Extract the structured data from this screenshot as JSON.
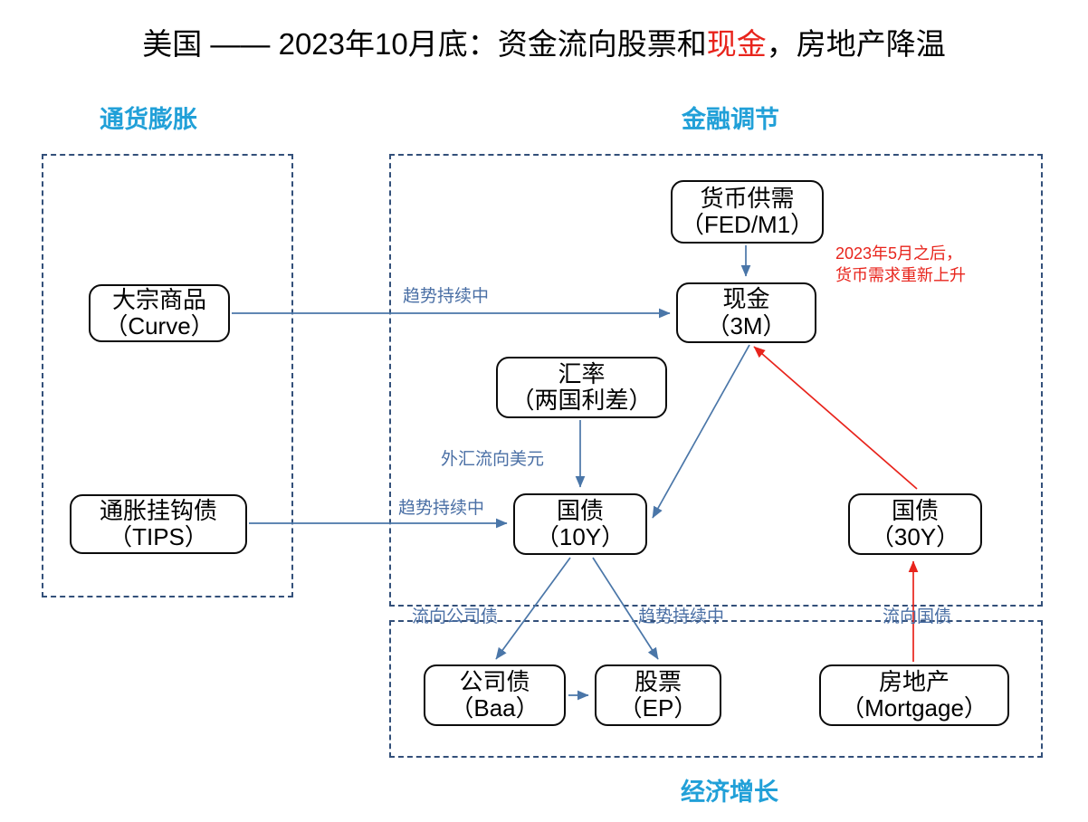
{
  "title": {
    "prefix": "美国 —— 2023年10月底：资金流向股票和",
    "highlight": "现金",
    "suffix": "，房地产降温",
    "highlight_color": "#e8241c"
  },
  "colors": {
    "group_label": "#21a0d8",
    "group_border": "#33507a",
    "node_border": "#0b0b0b",
    "blue_arrow": "#4a76a8",
    "red_arrow": "#e8241c",
    "edge_label": "#4a6fa5"
  },
  "groups": [
    {
      "id": "inflation",
      "label": "通货膨胀"
    },
    {
      "id": "financial",
      "label": "金融调节"
    },
    {
      "id": "growth",
      "label": "经济增长"
    }
  ],
  "nodes": [
    {
      "id": "commodity",
      "line1": "大宗商品",
      "line2": "（Curve）"
    },
    {
      "id": "tips",
      "line1": "通胀挂钩债",
      "line2": "（TIPS）"
    },
    {
      "id": "money",
      "line1": "货币供需",
      "line2": "（FED/M1）"
    },
    {
      "id": "cash",
      "line1": "现金",
      "line2": "（3M）"
    },
    {
      "id": "fx",
      "line1": "汇率",
      "line2": "（两国利差）"
    },
    {
      "id": "ust10",
      "line1": "国债",
      "line2": "（10Y）"
    },
    {
      "id": "ust30",
      "line1": "国债",
      "line2": "（30Y）"
    },
    {
      "id": "corp",
      "line1": "公司债",
      "line2": "（Baa）"
    },
    {
      "id": "equity",
      "line1": "股票",
      "line2": "（EP）"
    },
    {
      "id": "realestate",
      "line1": "房地产",
      "line2": "（Mortgage）"
    }
  ],
  "edge_labels": [
    {
      "id": "e1",
      "text": "趋势持续中"
    },
    {
      "id": "e2",
      "text": "外汇流向美元"
    },
    {
      "id": "e3",
      "text": "趋势持续中"
    },
    {
      "id": "e4",
      "text": "流向公司债"
    },
    {
      "id": "e5",
      "text": "趋势持续中"
    },
    {
      "id": "e6",
      "text": "流向国债"
    }
  ],
  "annotation": {
    "line1": "2023年5月之后，",
    "line2": "货币需求重新上升"
  }
}
